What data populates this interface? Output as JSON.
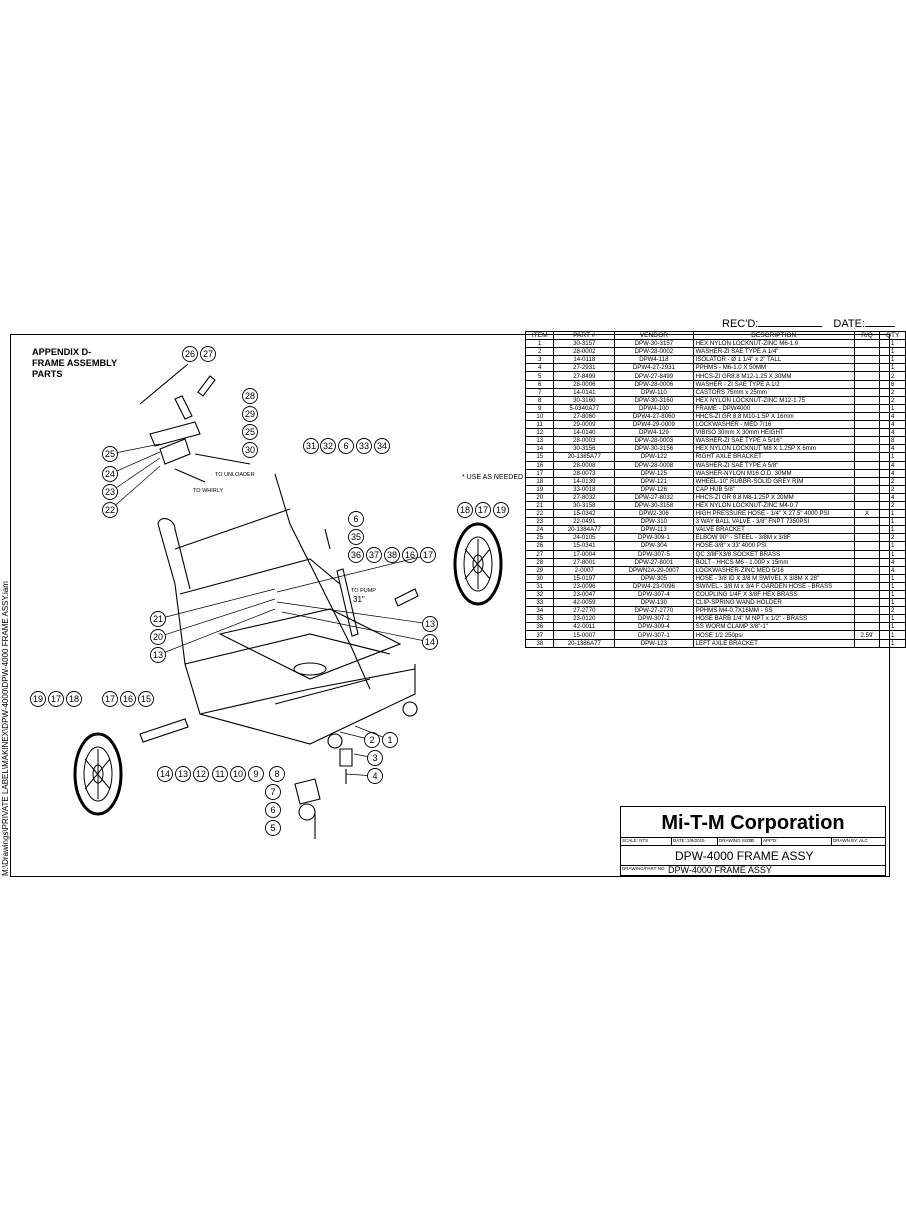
{
  "header": {
    "recd_label": "REC'D:",
    "date_label": "DATE:"
  },
  "appendix": {
    "line1": "APPENDIX D-",
    "line2": "FRAME ASSEMBLY",
    "line3": "PARTS"
  },
  "side_path": "M:\\Drawings\\PRIVATE LABEL\\MAKINEX\\DPW-4000\\DPW-4000 FRAME ASSY.iam",
  "diagram": {
    "to_unloader": "TO UNLOADER",
    "to_whirly": "TO WHIRLY",
    "to_pump": "TO PUMP",
    "length": "31\""
  },
  "as_needed": "* USE AS NEEDED",
  "bom": {
    "headers": [
      "ITEM",
      "PART #",
      "VENDOR",
      "DESCRIPTION",
      "R/Q",
      "QTY"
    ],
    "rows": [
      [
        "1",
        "30-3157",
        "DPW-30-3157",
        "HEX NYLON LOCKNUT-ZINC M6-1.0",
        "",
        "1"
      ],
      [
        "2",
        "28-0002",
        "DPW-28-0002",
        "WASHER-ZI SAE TYPE A 1/4\"",
        "",
        "1"
      ],
      [
        "3",
        "14-0118",
        "DPW4-118",
        "ISOLATOR - Ø 1 1/4\" x 2\" TALL",
        "",
        "1"
      ],
      [
        "4",
        "27-2931",
        "DPW4-27-2931",
        "PPHMS - M6-1.0 X 50MM",
        "",
        "1"
      ],
      [
        "5",
        "27-8499",
        "DPW-27-8499",
        "HHCS-ZI GR8.8 M12-1.25 X 30MM",
        "",
        "2"
      ],
      [
        "6",
        "28-0006",
        "DPW-28-0006",
        "WASHER - ZI SAE TYPE A 1/2",
        "",
        "6"
      ],
      [
        "7",
        "14-0141",
        "DPW-110",
        "CASTORS 75mm x 25mm",
        "",
        "2"
      ],
      [
        "8",
        "30-3160",
        "DPW-30-3160",
        "HEX NYLON LOCKNUT-ZINC M12-1.75",
        "",
        "2"
      ],
      [
        "9",
        "5-0340A77",
        "DPW4-100",
        "FRAME - DPW4000",
        "",
        "1"
      ],
      [
        "10",
        "27-8060",
        "DPW4-27-8060",
        "HHCS-ZI GR 8.8 M10-1.5P X 16mm",
        "",
        "4"
      ],
      [
        "11",
        "29-0009",
        "DPW4-29-0009",
        "LOCKWASHER - MED 7/16",
        "",
        "4"
      ],
      [
        "12",
        "14-0140",
        "DPW4-129",
        "VIBISO 30mm X 30mm HEIGHT",
        "",
        "4"
      ],
      [
        "13",
        "28-0003",
        "DPW-28-0003",
        "WASHER-ZI SAE TYPE A 5/16\"",
        "",
        "8"
      ],
      [
        "14",
        "30-3156",
        "DPW-30-3156",
        "HEX NYLON LOCKNUT M8 X 1.25P X 6mm",
        "",
        "4"
      ],
      [
        "15",
        "20-1385A77",
        "DPW-122",
        "RIGHT AXLE BRACKET",
        "",
        "1"
      ],
      [
        "16",
        "28-0008",
        "DPW-28-0008",
        "WASHER-ZI SAE TYPE A 5/8\"",
        "",
        "4"
      ],
      [
        "17",
        "28-0073",
        "DPW-125",
        "WASHER-NYLON M16 O.D. 30MM",
        "",
        "4"
      ],
      [
        "18",
        "14-0139",
        "DPW-121",
        "WHEEL-10\" RUBBR-SOLID GREY RIM",
        "",
        "2"
      ],
      [
        "19",
        "33-0018",
        "DPW-126",
        "CAP HUB 5/8\"",
        "",
        "2"
      ],
      [
        "20",
        "27-8032",
        "DPW-27-8032",
        "HHCS-ZI GR 8.8 M8-1.25P X 20MM",
        "",
        "4"
      ],
      [
        "21",
        "30-3158",
        "DPW-30-3158",
        "HEX NYLON LOCKNUT-ZINC M4-0.7",
        "",
        "2"
      ],
      [
        "22",
        "15-0342",
        "DPW2-306",
        "HIGH PRESSURE HOSE - 1/4\" X 27.5\" 4000 PSI",
        "X",
        "1"
      ],
      [
        "23",
        "22-0491",
        "DPW-310",
        "3 WAY BALL VALVE - 3/8\" FNPT 7350PSI",
        "",
        "1"
      ],
      [
        "24",
        "20-1384A77",
        "DPW-113",
        "VALVE BRACKET",
        "",
        "1"
      ],
      [
        "25",
        "24-0105",
        "DPW-309-1",
        "ELBOW 90° - STEEL - 3/8M x 3/8F",
        "",
        "2"
      ],
      [
        "26",
        "15-0341",
        "DPW-304",
        "HOSE-3/8\" x 33' 4000 PSI",
        "",
        "1"
      ],
      [
        "27",
        "17-0004",
        "DPW-307-5",
        "QC 3/8FX3/8 SOCKET BRASS",
        "",
        "1"
      ],
      [
        "28",
        "27-8001",
        "DPW-27-8001",
        "BOLT - HHCS M6 - 1.00P x 15mm",
        "",
        "4"
      ],
      [
        "29",
        "2-0007",
        "DPWN2A-29-0007",
        "LOCKWASHER-ZINC MED 5/16",
        "",
        "4"
      ],
      [
        "30",
        "15-0197",
        "DPW-305",
        "HOSE - 3/8 ID X 3/8 M SWIVEL X 3/8M X 28\"",
        "",
        "1"
      ],
      [
        "31",
        "23-0096",
        "DPW4-23-0096",
        "SWIVEL - 3/8 M x 3/4 F GARDEN HOSE - BRASS",
        "",
        "1"
      ],
      [
        "32",
        "23-0047",
        "DPW-307-4",
        "COUPLING 1/4F X 3/8F HEX BRASS",
        "",
        "1"
      ],
      [
        "33",
        "42-0059",
        "DPW-130",
        "CLIP-SPRING WAND HOLDER",
        "",
        "1"
      ],
      [
        "34",
        "27-2770",
        "DPW-27-2770",
        "PPHMS M4-0.7X16MM - SS",
        "",
        "2"
      ],
      [
        "35",
        "23-0120",
        "DPW-307-2",
        "HOSE BARB 1/4\" M NPT x 1/2\" - BRASS",
        "",
        "1"
      ],
      [
        "36",
        "42-0011",
        "DPW-309-4",
        "SS WORM CLAMP 3/8\"-1\"",
        "",
        "1"
      ],
      [
        "37",
        "15-0007",
        "DPW-307-1",
        "HOSE 1/2 250psi",
        "2.59'",
        "1"
      ],
      [
        "38",
        "20-1386A77",
        "DPW-123",
        "LEFT AXLE BRACKET",
        "",
        "1"
      ]
    ]
  },
  "title_block": {
    "company": "Mi-T-M Corporation",
    "scale_label": "SCALE: NTS",
    "date_label": "DATE: 2/8/2015",
    "drawing_size_label": "DRAWING SIZE:",
    "drawing_size_value": "B",
    "appd_label": "APP'D:",
    "drawn_by_label": "DRAWN BY: ALC",
    "title": "DPW-4000 FRAME ASSY",
    "part_no_label": "DRAWING/PART NO:",
    "part_no": "DPW-4000 FRAME ASSY"
  },
  "balloons": [
    "26",
    "27",
    "28",
    "29",
    "25",
    "30",
    "25",
    "24",
    "23",
    "22",
    "31",
    "32",
    "6",
    "33",
    "34",
    "6",
    "35",
    "36",
    "37",
    "38",
    "16",
    "17",
    "13",
    "14",
    "18",
    "17",
    "19",
    "21",
    "20",
    "13",
    "19",
    "17",
    "18",
    "17",
    "16",
    "15",
    "14",
    "13",
    "12",
    "11",
    "10",
    "9",
    "8",
    "7",
    "6",
    "5",
    "2",
    "1",
    "3",
    "4"
  ]
}
